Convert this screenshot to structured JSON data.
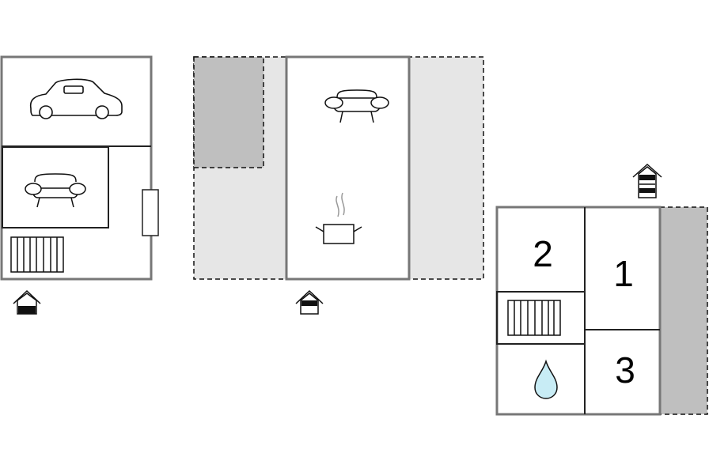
{
  "rooms": {
    "bedroom_2": "2",
    "bedroom_1": "1",
    "bedroom_3": "3"
  },
  "icons": {
    "car": "car-icon",
    "sofa": "sofa-icon",
    "radiator": "radiator-icon",
    "cooking_pot": "cooking-pot-icon",
    "water_drop": "water-drop-icon",
    "entrance": "entrance-arrow-icon",
    "stairs": "stairs-up-icon"
  },
  "colors": {
    "wall": "#777777",
    "inner_wall": "#222222",
    "terrace": "#e6e6e6",
    "shaded_area": "#bfbfbf",
    "water": "#c8ecf5"
  }
}
